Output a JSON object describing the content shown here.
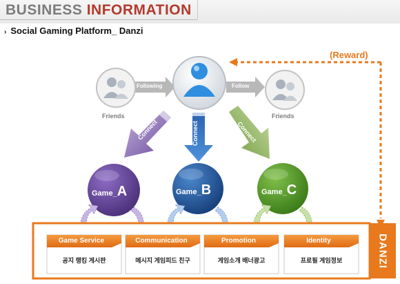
{
  "header": {
    "title_word1": "BUSINESS",
    "title_word2": "INFORMATION"
  },
  "subtitle": "Social Gaming Platform_ Danzi",
  "reward_label": "(Reward)",
  "people": {
    "left_label": "Friends",
    "right_label": "Friends",
    "following_label": "Following",
    "follow_label": "Follow"
  },
  "arrows": {
    "left": "Connect",
    "center": "Connect",
    "right": "Connect"
  },
  "games": [
    {
      "prefix": "Game_",
      "letter": "A",
      "color": "#5a3d8c"
    },
    {
      "prefix": "Game_",
      "letter": "B",
      "color": "#1f5394"
    },
    {
      "prefix": "Game_",
      "letter": "C",
      "color": "#4c8a22"
    }
  ],
  "platform": {
    "name": "DANZI",
    "accent_color": "#e8791c",
    "services": [
      {
        "title": "Game Service",
        "desc": "공지 랭킹 게시판"
      },
      {
        "title": "Communication",
        "desc": "메시지 게임피드 친구"
      },
      {
        "title": "Promotion",
        "desc": "게임소개 배너광고"
      },
      {
        "title": "Identity",
        "desc": "프로필 게임정보"
      }
    ]
  }
}
